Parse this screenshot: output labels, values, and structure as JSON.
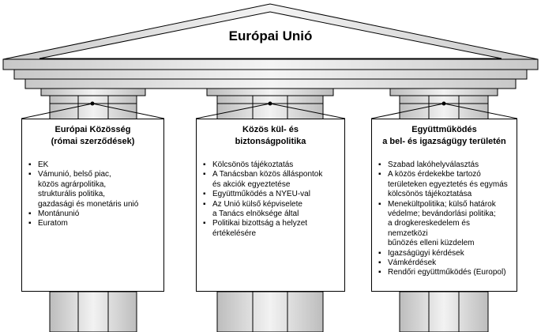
{
  "title": "Európai Unió",
  "pillars": [
    {
      "heading": "Európai Közösség\n(római szerződések)",
      "items": [
        "EK",
        "Vámunió, belső piac,\nközös agrárpolitika,\nstrukturális politika,\ngazdasági és monetáris unió",
        "Montánunió",
        "Euratom"
      ]
    },
    {
      "heading": "Közös kül- és\nbiztonságpolitika",
      "items": [
        "Kölcsönös tájékoztatás",
        "A Tanácsban közös álláspontok\nés akciók egyeztetése",
        "Együttműködés a NYEU-val",
        "Az Unió külső képviselete\na Tanács elnöksége által",
        "Politikai bizottság a helyzet\nértékelésére"
      ]
    },
    {
      "heading": "Együttműködés\na bel- és igazságügy területén",
      "items": [
        "Szabad lakóhelyválasztás",
        "A közös érdekekbe tartozó\nterületeken egyeztetés és egymás\nkölcsönös tájékoztatása",
        "Menekültpolitika; külső határok\nvédelme; bevándorlási politika;\na drogkereskedelem és nemzetközi\nbűnözés elleni küzdelem",
        "Igazságügyi kérdések",
        "Vámkérdések",
        "Rendőri együttműködés (Europol)"
      ]
    }
  ]
}
